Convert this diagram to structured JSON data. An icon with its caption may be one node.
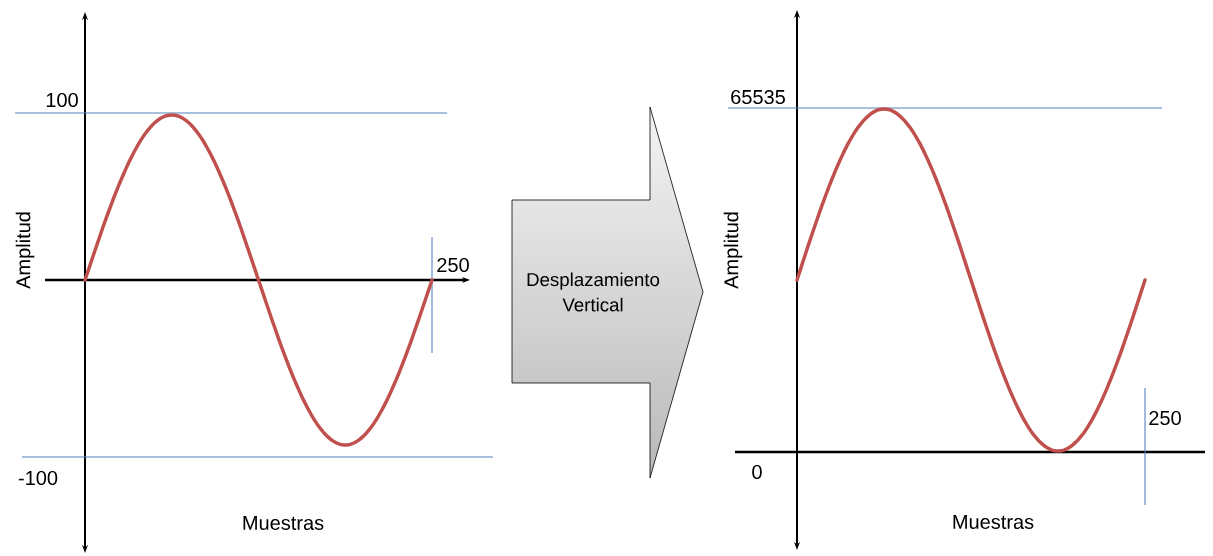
{
  "diagram": {
    "nodes": [
      {
        "text": [
          "Desplazamiento Vertical"
        ]
      }
    ],
    "labels": [
      "100",
      "Amplitud",
      "250",
      "-100",
      "Muestras",
      "65535",
      "Amplitud",
      "250",
      "0",
      "Muestras"
    ]
  }
}
